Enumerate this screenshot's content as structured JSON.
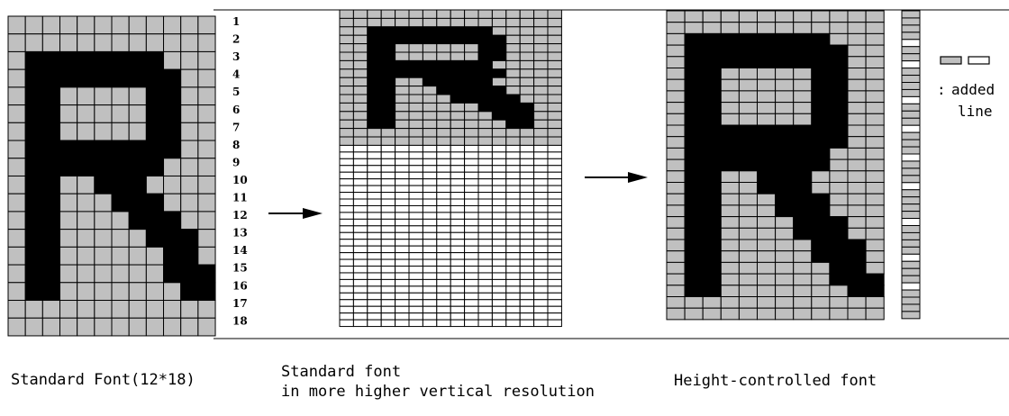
{
  "colors": {
    "filled": "#000000",
    "shaded": "#c0c0c0",
    "empty": "#ffffff",
    "grid": "#000000"
  },
  "row_numbers": [
    "1",
    "2",
    "3",
    "4",
    "5",
    "6",
    "7",
    "8",
    "9",
    "10",
    "11",
    "12",
    "13",
    "14",
    "15",
    "16",
    "17",
    "18"
  ],
  "legend": {
    "colon": ":",
    "text_line1": "added",
    "text_line2": "line"
  },
  "captions": {
    "standard": "Standard Font(12*18)",
    "hires_line1": "Standard font",
    "hires_line2": "in more higher vertical resolution",
    "height": "Height-controlled font"
  },
  "font_rows": [
    "000000000000",
    "000000000000",
    "011111111000",
    "011111111100",
    "011000001100",
    "011000001100",
    "011000001100",
    "011111111100",
    "011111111000",
    "011001110000",
    "011000111000",
    "011000011100",
    "011000001110",
    "011000000110",
    "011000000111",
    "011000000011",
    "000000000000",
    "000000000000"
  ],
  "hires_rows": [
    "0000000000000000",
    "0000000000000000",
    "0011111111100000",
    "0011111111110000",
    "0011000000110000",
    "0011000000110000",
    "0011111111100000",
    "0011111111110000",
    "0011001111100000",
    "0011000111110000",
    "0011000011111000",
    "0011000000111100",
    "0011000000011100",
    "0011000000001100",
    "0000000000000000",
    "0000000000000000"
  ],
  "height_rows": [
    "000000000000",
    "000000000000",
    "011111111000",
    "011111111100",
    "011111111100",
    "011000001100",
    "011000001100",
    "011000001100",
    "011000001100",
    "011000001100",
    "011111111100",
    "011111111100",
    "011111111000",
    "011111111000",
    "011001110000",
    "011001110000",
    "011000111000",
    "011000111000",
    "011000011100",
    "011000011100",
    "011000001110",
    "011000001110",
    "011000000110",
    "011000000111",
    "011000000011",
    "000000000000",
    "000000000000"
  ],
  "added_line_rows": [
    0,
    0,
    0,
    0,
    1,
    0,
    0,
    1,
    0,
    0,
    0,
    0,
    1,
    0,
    0,
    0,
    1,
    0,
    0,
    0,
    1,
    0,
    0,
    0,
    1,
    0,
    0,
    0,
    0,
    1,
    0,
    0,
    0,
    0,
    1,
    0,
    0,
    0,
    1,
    0,
    0,
    0,
    0
  ]
}
